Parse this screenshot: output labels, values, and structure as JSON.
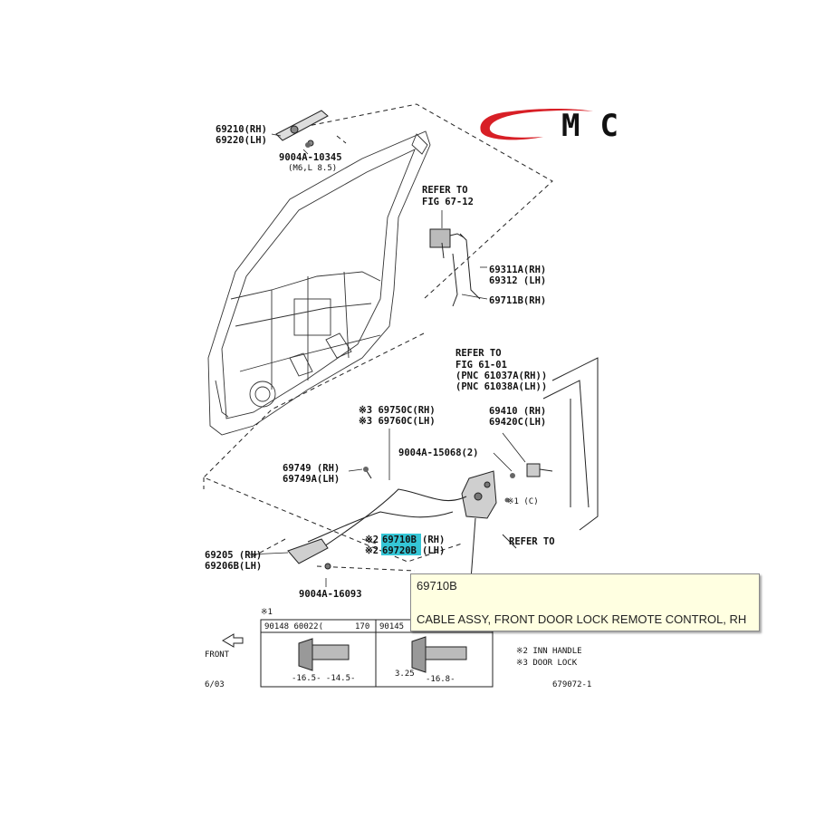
{
  "logo": {
    "text": "MC",
    "color": "#d81f26"
  },
  "callouts": [
    {
      "id": "c1",
      "text": "69210(RH)"
    },
    {
      "id": "c2",
      "text": "69220(LH)"
    },
    {
      "id": "c3",
      "text": "9004A-10345"
    },
    {
      "id": "c4",
      "text": "(M6,L 8.5)"
    },
    {
      "id": "c5",
      "text": "REFER TO"
    },
    {
      "id": "c6",
      "text": "FIG 67-12"
    },
    {
      "id": "c7",
      "text": "69311A(RH)"
    },
    {
      "id": "c8",
      "text": "69312  (LH)"
    },
    {
      "id": "c9",
      "text": "69711B(RH)"
    },
    {
      "id": "c10",
      "text": "REFER TO"
    },
    {
      "id": "c11",
      "text": "FIG 61-01"
    },
    {
      "id": "c12",
      "text": "(PNC 61037A(RH))"
    },
    {
      "id": "c13",
      "text": "(PNC 61038A(LH))"
    },
    {
      "id": "c14",
      "text": "※3 69750C(RH)"
    },
    {
      "id": "c15",
      "text": "※3 69760C(LH)"
    },
    {
      "id": "c16",
      "text": "69410 (RH)"
    },
    {
      "id": "c17",
      "text": "69420C(LH)"
    },
    {
      "id": "c18",
      "text": "9004A-15068(2)"
    },
    {
      "id": "c19",
      "text": "69749  (RH)"
    },
    {
      "id": "c20",
      "text": "69749A(LH)"
    },
    {
      "id": "c21",
      "text": "※1 (C)"
    },
    {
      "id": "c22",
      "text": "69205  (RH)"
    },
    {
      "id": "c23",
      "text": "69206B(LH)"
    },
    {
      "id": "c24",
      "text": "REFER TO"
    },
    {
      "id": "c25",
      "text": "9004A-16093"
    },
    {
      "id": "c26",
      "text": "FRONT"
    },
    {
      "id": "c27",
      "text": "6/03"
    },
    {
      "id": "c28",
      "text": "679072-1"
    },
    {
      "id": "c29",
      "text": "※2 INN HANDLE"
    },
    {
      "id": "c30",
      "text": "※3 DOOR LOCK"
    }
  ],
  "highlighted": [
    {
      "prefix": "※2",
      "part": "69710B",
      "side": "(RH)"
    },
    {
      "prefix": "※2",
      "part": "69720B",
      "side": "(LH)"
    }
  ],
  "inset": {
    "marker": "※1",
    "box1_header": "90148  60022(",
    "box1_size": "170",
    "box1_dims": "-16.5- -14.5-",
    "box2_header": "90145",
    "box2_dims_a": "3.25",
    "box2_dims_b": "-16.8-"
  },
  "tooltip": {
    "part_number": "69710B",
    "description": "CABLE ASSY, FRONT DOOR LOCK REMOTE CONTROL, RH"
  }
}
